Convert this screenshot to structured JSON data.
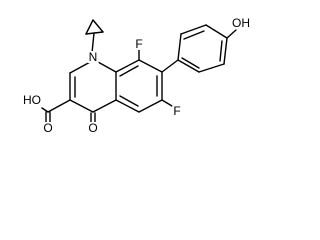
{
  "molecule": {
    "atoms": [
      {
        "id": "n1",
        "label": "N"
      },
      {
        "id": "f8",
        "label": "F"
      },
      {
        "id": "f6",
        "label": "F"
      },
      {
        "id": "o4",
        "label": "O"
      },
      {
        "id": "oh",
        "label": "OH"
      },
      {
        "id": "coh",
        "label": "HO"
      },
      {
        "id": "co",
        "label": "O"
      }
    ]
  }
}
